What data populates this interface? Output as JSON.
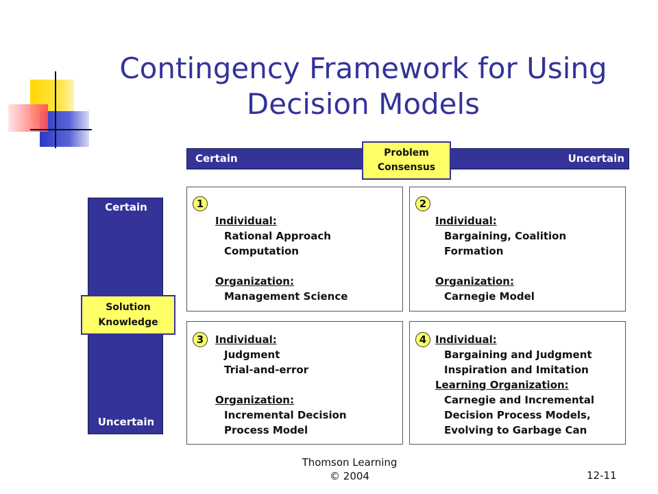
{
  "slide": {
    "title_line1": "Contingency Framework for Using",
    "title_line2": "Decision Models"
  },
  "problem_axis": {
    "left_label": "Certain",
    "right_label": "Uncertain",
    "badge_line1": "Problem",
    "badge_line2": "Consensus"
  },
  "solution_axis": {
    "top_label": "Certain",
    "bottom_label": "Uncertain",
    "badge_line1": "Solution",
    "badge_line2": "Knowledge"
  },
  "cells": [
    {
      "number": "1",
      "lines": [
        {
          "text": "Individual:",
          "kind": "head"
        },
        {
          "text": "Rational Approach",
          "kind": "indent"
        },
        {
          "text": "Computation",
          "kind": "indent"
        },
        {
          "text": "",
          "kind": "gap"
        },
        {
          "text": "Organization:",
          "kind": "head"
        },
        {
          "text": "Management Science",
          "kind": "indent"
        }
      ]
    },
    {
      "number": "2",
      "lines": [
        {
          "text": "Individual:",
          "kind": "head"
        },
        {
          "text": "Bargaining, Coalition",
          "kind": "indent"
        },
        {
          "text": "Formation",
          "kind": "indent"
        },
        {
          "text": "",
          "kind": "gap"
        },
        {
          "text": "Organization:",
          "kind": "head"
        },
        {
          "text": "Carnegie Model",
          "kind": "indent"
        }
      ]
    },
    {
      "number": "3",
      "lines": [
        {
          "text": "Individual:",
          "kind": "head"
        },
        {
          "text": "Judgment",
          "kind": "indent"
        },
        {
          "text": "Trial-and-error",
          "kind": "indent"
        },
        {
          "text": "",
          "kind": "gap"
        },
        {
          "text": "Organization:",
          "kind": "head"
        },
        {
          "text": "Incremental Decision",
          "kind": "indent"
        },
        {
          "text": "Process Model",
          "kind": "indent"
        }
      ]
    },
    {
      "number": "4",
      "lines": [
        {
          "text": "Individual:",
          "kind": "head"
        },
        {
          "text": "Bargaining and Judgment",
          "kind": "indent"
        },
        {
          "text": "Inspiration and Imitation",
          "kind": "indent"
        },
        {
          "text": "Learning Organization:",
          "kind": "head"
        },
        {
          "text": "Carnegie and Incremental",
          "kind": "indent"
        },
        {
          "text": "Decision Process Models,",
          "kind": "indent"
        },
        {
          "text": "Evolving to Garbage Can",
          "kind": "indent"
        }
      ]
    }
  ],
  "footer": {
    "publisher_line1": "Thomson Learning",
    "publisher_line2": "© 2004",
    "page_number": "12-11"
  }
}
